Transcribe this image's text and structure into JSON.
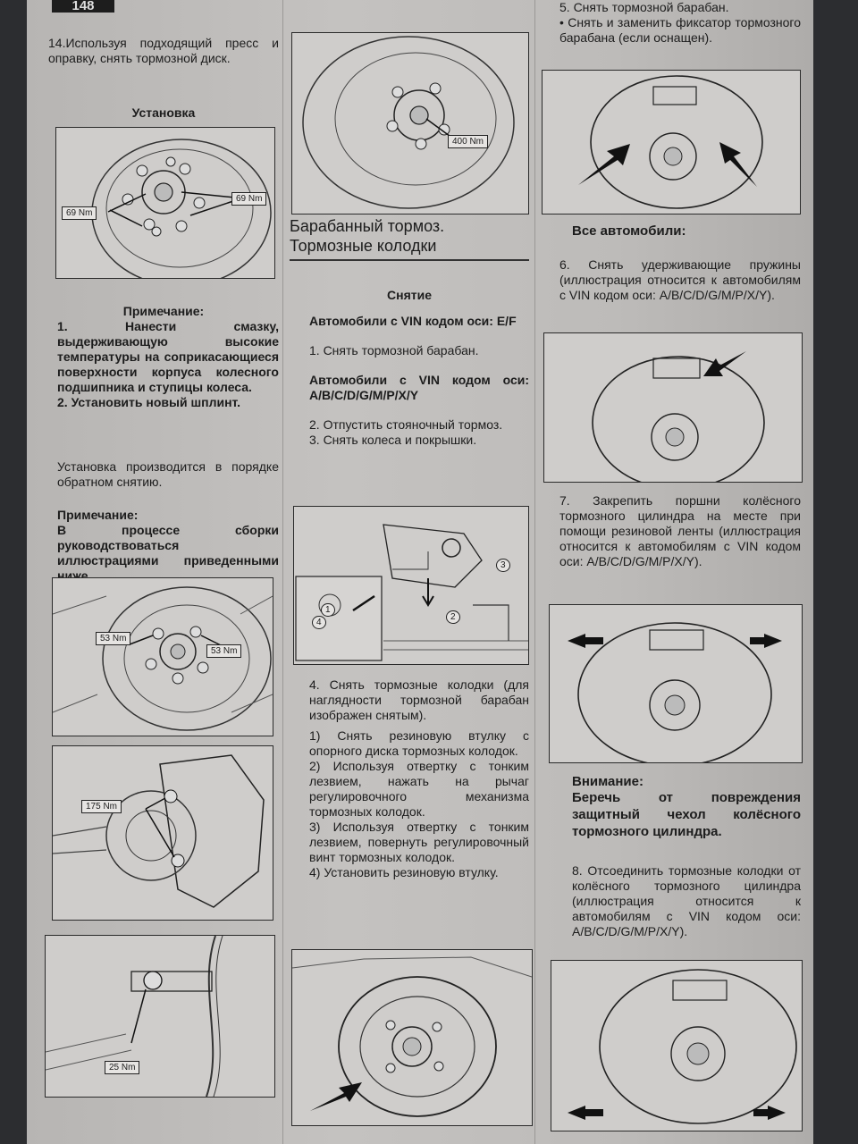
{
  "page_number": "148",
  "col1": {
    "step14": "14.Используя подходящий пресс и оправку, снять тормозной диск.",
    "install_title": "Установка",
    "note1_title": "Примечание:",
    "note1_item1": "1. Нанести смазку, выдерживающую высокие температуры на соприкасающиеся поверхности корпуса колесного подшипника и ступицы колеса.",
    "note1_item2": "2. Установить новый шплинт.",
    "reverse_order": "Установка производится в порядке обратном снятию.",
    "note2_title": "Примечание:",
    "note2_text": "В процессе сборки руководствоваться иллюстрациями приведенными ниже.",
    "fig1": {
      "left_torque": "69 Nm",
      "right_torque": "69 Nm"
    },
    "fig2": {
      "left_torque": "53 Nm",
      "right_torque": "53 Nm"
    },
    "fig3": {
      "torque": "175 Nm"
    },
    "fig4": {
      "torque": "25 Nm"
    }
  },
  "col2": {
    "fig_top": {
      "torque": "400 Nm"
    },
    "section_title_1": "Барабанный тормоз.",
    "section_title_2": "Тормозные колодки",
    "removal_title": "Снятие",
    "vin_ef": "Автомобили с VIN кодом оси: E/F",
    "step1": "1. Снять тормозной барабан.",
    "vin_group": "Автомобили с VIN кодом оси: A/B/C/D/G/M/P/X/Y",
    "step2": "2. Отпустить стояночный тормоз.",
    "step3": "3. Снять колеса и покрышки.",
    "fig_parts": {
      "n1": "1",
      "n2": "2",
      "n3": "3",
      "n4": "4"
    },
    "step4": "4. Снять тормозные колодки (для наглядности тормозной барабан изображен снятым).",
    "step4_1": "1) Снять резиновую втулку с опорного диска тормозных колодок.",
    "step4_2": "2) Используя отвертку с тонким лезвием, нажать на рычаг регулировочного механизма тормозных колодок.",
    "step4_3": "3) Используя отвертку с тонким лезвием, повернуть регулировочный винт тормозных колодок.",
    "step4_4": "4) Установить резиновую втулку."
  },
  "col3": {
    "step5": "5. Снять тормозной барабан.",
    "step5_bullet": "• Снять и заменить фиксатор тормозного барабана (если оснащен).",
    "all_cars": "Все автомобили:",
    "step6": "6. Снять удерживающие пружины (иллюстрация относится к автомобилям с VIN кодом оси: A/B/C/D/G/M/P/X/Y).",
    "step7": "7. Закрепить поршни колёсного тормозного цилиндра на месте при помощи резиновой ленты (иллюстрация относится к автомобилям с VIN кодом оси: A/B/C/D/G/M/P/X/Y).",
    "warning_title": "Внимание:",
    "warning_text": "Беречь от повреждения защитный чехол колёсного тормозного цилиндра.",
    "step8": "8. Отсоединить тормозные колодки от колёсного тормозного цилиндра (иллюстрация относится к автомобилям с VIN кодом оси: A/B/C/D/G/M/P/X/Y)."
  }
}
